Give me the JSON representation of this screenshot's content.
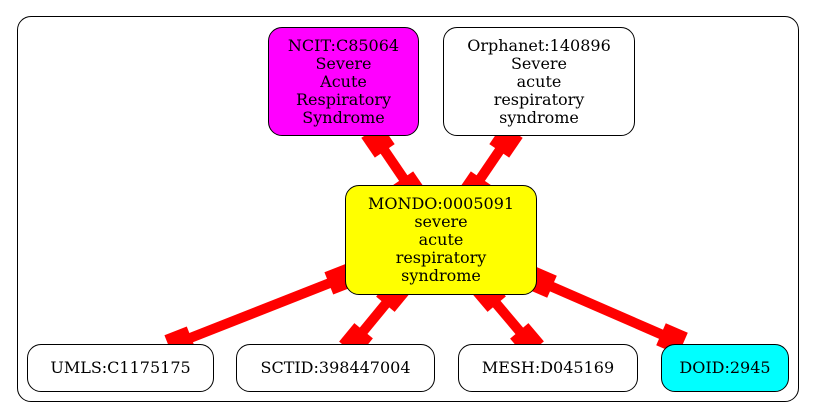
{
  "colors": {
    "edge": "#ff0000",
    "center_fill": "#ffff00",
    "ncit_fill": "#ff00ff",
    "doid_fill": "#00ffff",
    "default_fill": "#ffffff"
  },
  "nodes": {
    "ncit": {
      "lines": [
        "NCIT:C85064",
        "Severe",
        "Acute",
        "Respiratory",
        "Syndrome"
      ]
    },
    "orphanet": {
      "lines": [
        "Orphanet:140896",
        "Severe",
        "acute",
        "respiratory",
        "syndrome"
      ]
    },
    "mondo": {
      "lines": [
        "MONDO:0005091",
        "severe",
        "acute",
        "respiratory",
        "syndrome"
      ]
    },
    "umls": {
      "lines": [
        "UMLS:C1175175"
      ]
    },
    "sctid": {
      "lines": [
        "SCTID:398447004"
      ]
    },
    "mesh": {
      "lines": [
        "MESH:D045169"
      ]
    },
    "doid": {
      "lines": [
        "DOID:2945"
      ]
    }
  }
}
